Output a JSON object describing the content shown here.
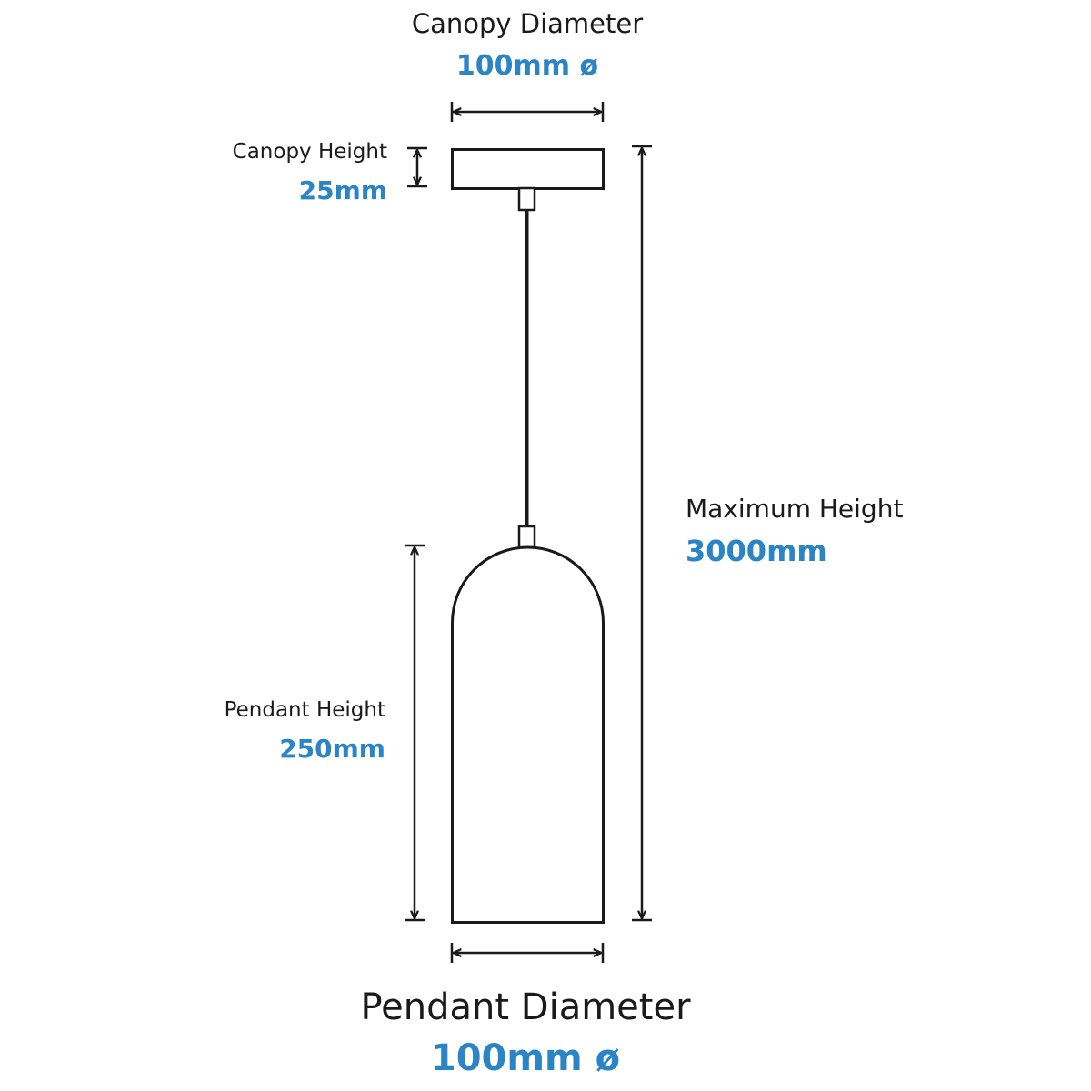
{
  "colors": {
    "line": "#1a1a1a",
    "value": "#2a84c6",
    "background": "#ffffff"
  },
  "dimensions": {
    "canopy_diameter": {
      "label": "Canopy Diameter",
      "value": "100mm ø"
    },
    "canopy_height": {
      "label": "Canopy Height",
      "value": "25mm"
    },
    "maximum_height": {
      "label": "Maximum Height",
      "value": "3000mm"
    },
    "pendant_height": {
      "label": "Pendant Height",
      "value": "250mm"
    },
    "pendant_diameter": {
      "label": "Pendant Diameter",
      "value": "100mm ø"
    }
  }
}
